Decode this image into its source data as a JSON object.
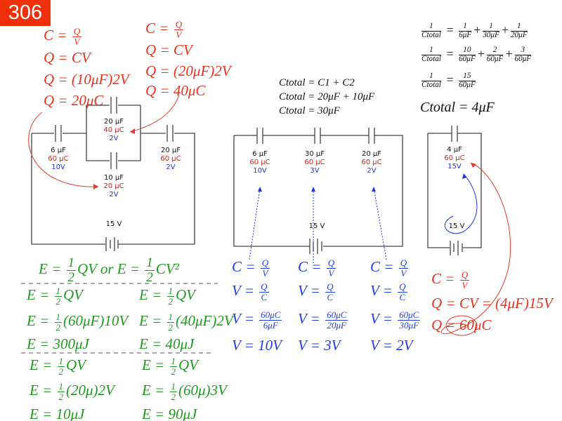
{
  "badge": "306",
  "red_left": {
    "c1": [
      "C = ",
      "Q",
      "V"
    ],
    "l2": "Q = CV",
    "l3": "Q = (10μF)2V",
    "l4": "Q = 20μC"
  },
  "red_mid": {
    "c1": [
      "C = ",
      "Q",
      "V"
    ],
    "l2": "Q = CV",
    "l3": "Q = (20μF)2V",
    "l4": "Q = 40μC"
  },
  "circuit1": {
    "c6": [
      "6 μF",
      "60 μC",
      "10V"
    ],
    "c20top": [
      "20 μF",
      "40 μC",
      "2V"
    ],
    "c10": [
      "10 μF",
      "20 μC",
      "2V"
    ],
    "c20right": [
      "20 μF",
      "60 μC",
      "2V"
    ],
    "battery": "15 V"
  },
  "parallel_eq": {
    "l1": "Ctotal = C1 + C2",
    "l2": "Ctotal = 20μF + 10μF",
    "l3": "Ctotal = 30μF"
  },
  "circuit2": {
    "c6": [
      "6 μF",
      "60 μC",
      "10V"
    ],
    "c30": [
      "30 μF",
      "60 μC",
      "3V"
    ],
    "c20": [
      "20 μF",
      "60 μC",
      "2V"
    ],
    "battery": "15 V"
  },
  "circuit3": {
    "c4": [
      "4 μF",
      "60 μC",
      "15V"
    ],
    "battery": "15 V"
  },
  "series_eq": {
    "one": "1",
    "ct": "Ctotal",
    "eq": "=",
    "plus": "+",
    "r1": [
      "6μF",
      "30μF",
      "20μF"
    ],
    "r2n": [
      "10",
      "2",
      "3"
    ],
    "den": "60μF",
    "r3n": "15",
    "last": "Ctotal = 4μF"
  },
  "blue": {
    "c": "C = ",
    "v": "V = ",
    "Q": "Q",
    "V": "V",
    "C": "C",
    "cols": [
      {
        "num": "60μC",
        "den": "6μF",
        "res": "V = 10V"
      },
      {
        "num": "60μC",
        "den": "20μF",
        "res": "V = 3V"
      },
      {
        "num": "60μC",
        "den": "30μF",
        "res": "V = 2V"
      }
    ]
  },
  "red_right": {
    "l2": "Q = CV = (4μF)15V",
    "l3a": "Q = ",
    "l3b": "60μC"
  },
  "green": {
    "head_a": "E = ",
    "head_b": "QV or E = ",
    "head_c": "CV²",
    "half_n": "1",
    "half_d": "2",
    "e": "E = ",
    "qv": "QV",
    "r2": [
      "(60μF)10V",
      "(40μF)2V"
    ],
    "r3": [
      "E = 300μJ",
      "E = 40μJ"
    ],
    "r5": [
      "(20μ)2V",
      "(60μ)3V"
    ],
    "r6": [
      "E = 10μJ",
      "E = 90μJ"
    ]
  }
}
